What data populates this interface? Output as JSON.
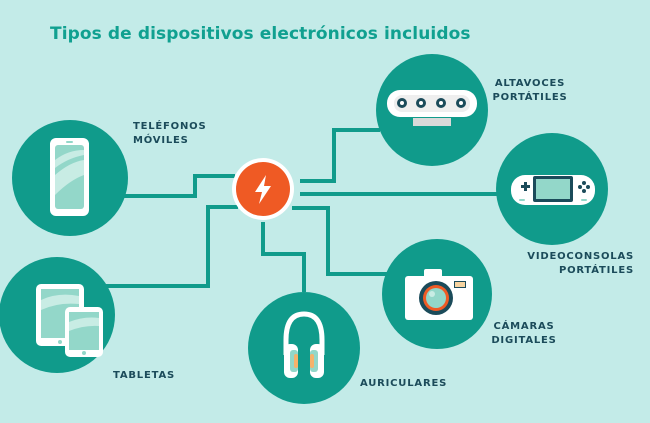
{
  "title": "Tipos de dispositivos electrónicos incluidos",
  "hub": {
    "icon": "lightning-bolt-icon"
  },
  "devices": {
    "phones": {
      "line1": "TELÉFONOS",
      "line2": "MÓVILES",
      "icon": "smartphone-icon"
    },
    "speakers": {
      "line1": "ALTAVOCES",
      "line2": "PORTÁTILES",
      "icon": "speaker-icon"
    },
    "consoles": {
      "line1": "VIDEOCONSOLAS",
      "line2": "PORTÁTILES",
      "icon": "handheld-console-icon"
    },
    "cameras": {
      "line1": "CÁMARAS",
      "line2": "DIGITALES",
      "icon": "camera-icon"
    },
    "headphones": {
      "line1": "AURICULARES",
      "icon": "headphones-icon"
    },
    "tablets": {
      "line1": "TABLETAS",
      "icon": "tablet-icon"
    }
  },
  "colors": {
    "background": "#c3ebe8",
    "circle": "#109b8b",
    "title": "#10a090",
    "hub": "#ef5a24",
    "label": "#1b4b5a"
  }
}
